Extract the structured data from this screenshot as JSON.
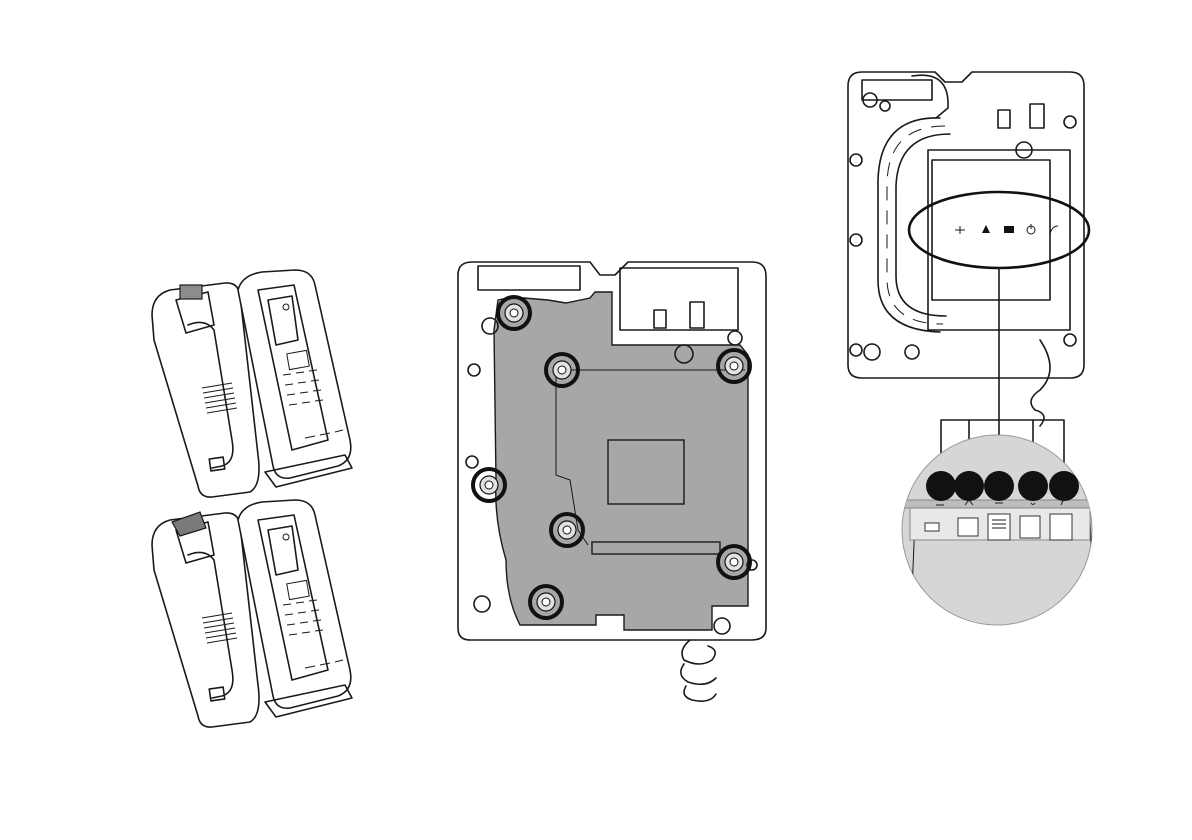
{
  "figure": {
    "panels": [
      {
        "id": "handset-cradles",
        "description_visible": false
      },
      {
        "id": "back-plate-screws",
        "screw_count": 7
      },
      {
        "id": "connector-panel",
        "connector_count": 5
      }
    ],
    "connectors": [
      {
        "icon": "usb-icon"
      },
      {
        "icon": "antenna-icon"
      },
      {
        "icon": "phone-icon"
      },
      {
        "icon": "power-icon"
      },
      {
        "icon": "handset-icon"
      }
    ],
    "colors": {
      "line": "#1a1a1a",
      "cover_plate": "#a7a7a9",
      "zoom_circle": "#d6d6d6",
      "callout_dot": "#1a1a1a"
    }
  }
}
